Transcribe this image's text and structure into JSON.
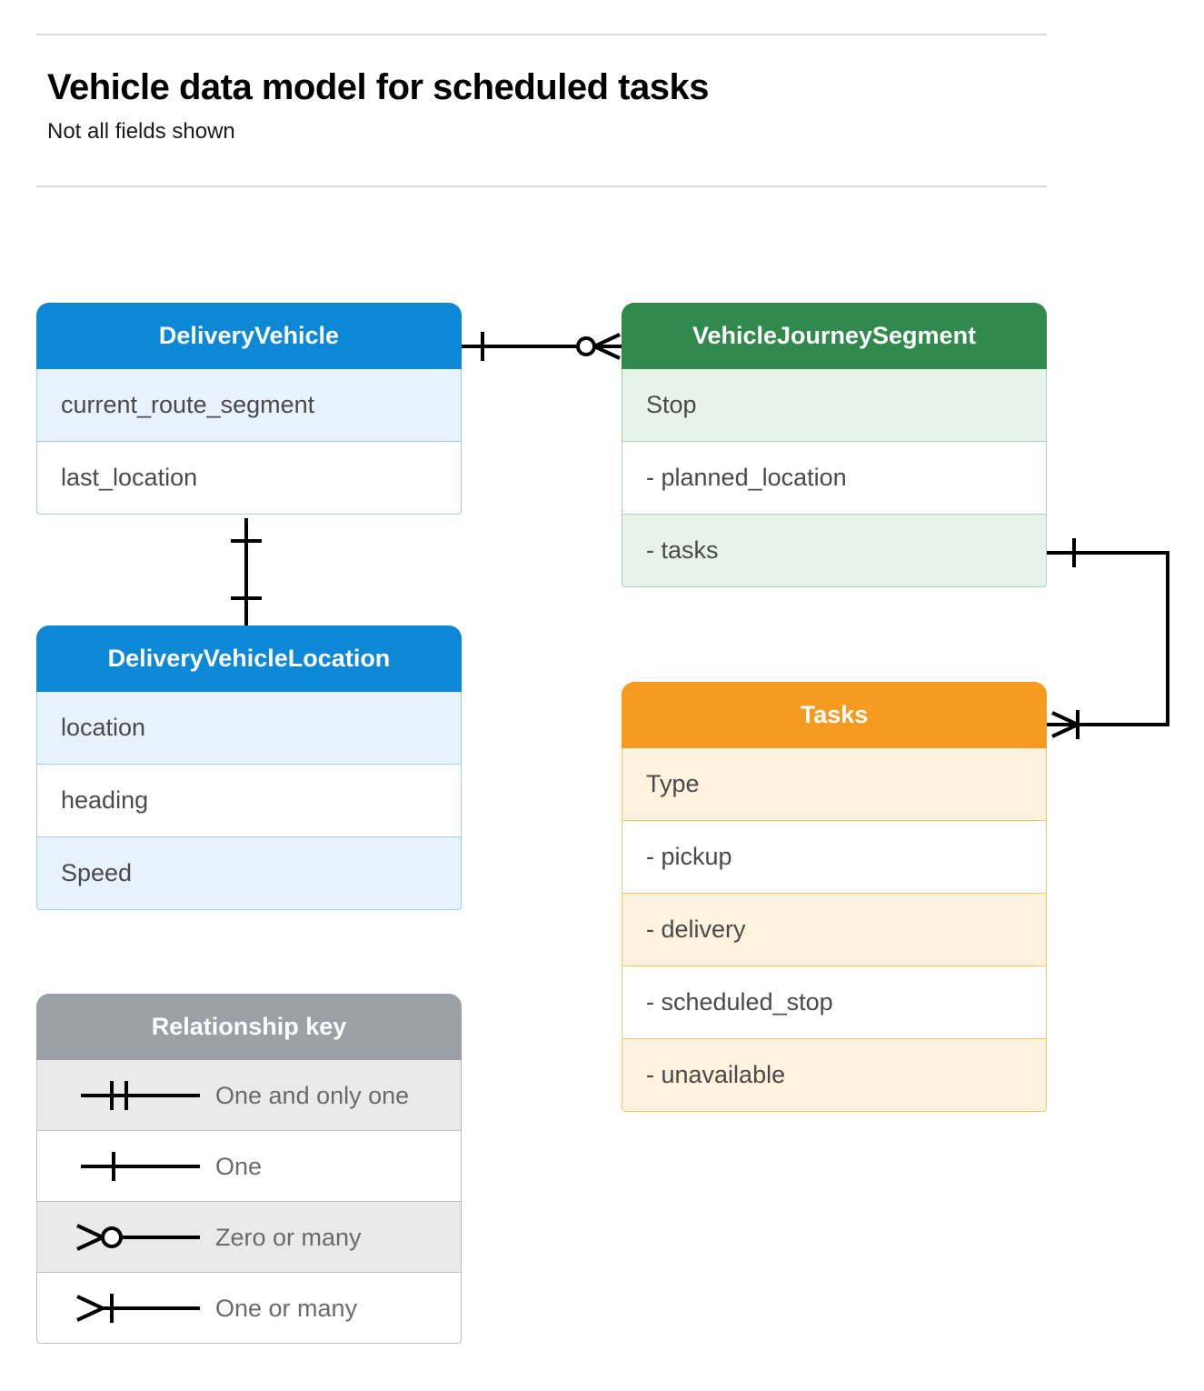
{
  "header": {
    "title": "Vehicle data model for scheduled tasks",
    "subtitle": "Not all fields shown"
  },
  "colors": {
    "blue": "#0d88d6",
    "blue_row_alt": "#e8f2fd",
    "green": "#31894d",
    "green_row_alt": "#e7f3ea",
    "orange": "#f79a20",
    "orange_row_alt": "#fdf2dd",
    "gray": "#9aa0a6",
    "gray_row_alt": "#eaeaea",
    "line": "#000000",
    "rule": "#dadce0"
  },
  "entities": [
    {
      "id": "delivery-vehicle",
      "name": "DeliveryVehicle",
      "color": "blue",
      "rows": [
        "current_route_segment",
        "last_location"
      ]
    },
    {
      "id": "delivery-vehicle-location",
      "name": "DeliveryVehicleLocation",
      "color": "blue",
      "rows": [
        "location",
        "heading",
        "Speed"
      ]
    },
    {
      "id": "vehicle-journey-segment",
      "name": "VehicleJourneySegment",
      "color": "green",
      "rows": [
        "Stop",
        "-  planned_location",
        "- tasks"
      ]
    },
    {
      "id": "tasks",
      "name": "Tasks",
      "color": "orange",
      "rows": [
        "Type",
        "-   pickup",
        "-   delivery",
        "-   scheduled_stop",
        "-   unavailable"
      ]
    }
  ],
  "legend": {
    "title": "Relationship key",
    "items": [
      {
        "symbol": "one-and-only-one-icon",
        "label": "One and only one"
      },
      {
        "symbol": "one-icon",
        "label": "One"
      },
      {
        "symbol": "zero-or-many-icon",
        "label": "Zero or many"
      },
      {
        "symbol": "one-or-many-icon",
        "label": "One or many"
      }
    ]
  },
  "relationships": [
    {
      "id": "delivery-vehicle-to-journey-segment",
      "from": "DeliveryVehicle",
      "to": "VehicleJourneySegment",
      "from_cardinality": "One",
      "to_cardinality": "Zero or many"
    },
    {
      "id": "delivery-vehicle-to-vehicle-location",
      "from": "DeliveryVehicle",
      "to": "DeliveryVehicleLocation",
      "from_cardinality": "One",
      "to_cardinality": "One"
    },
    {
      "id": "journey-segment-tasks-to-tasks",
      "from": "VehicleJourneySegment.tasks",
      "to": "Tasks",
      "from_cardinality": "One",
      "to_cardinality": "One or many"
    }
  ]
}
